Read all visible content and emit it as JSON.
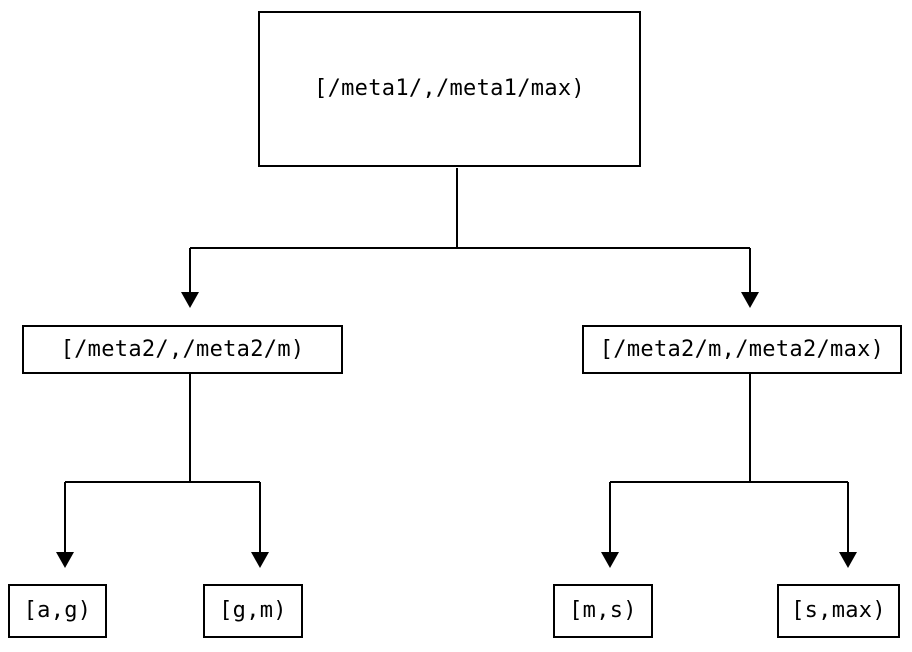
{
  "tree": {
    "background_color": "#ffffff",
    "line_color": "#000000",
    "text_color": "#000000",
    "nodes": {
      "root": {
        "label": "[/meta1/,/meta1/max)"
      },
      "meta2_low": {
        "label": "[/meta2/,/meta2/m)"
      },
      "meta2_high": {
        "label": "[/meta2/m,/meta2/max)"
      },
      "leaf_ag": {
        "label": "[a,g)"
      },
      "leaf_gm": {
        "label": "[g,m)"
      },
      "leaf_ms": {
        "label": "[m,s)"
      },
      "leaf_smax": {
        "label": "[s,max)"
      }
    },
    "edges": [
      {
        "from": "[/meta1/,/meta1/max)",
        "to": "[/meta2/,/meta2/m)"
      },
      {
        "from": "[/meta1/,/meta1/max)",
        "to": "[/meta2/m,/meta2/max)"
      },
      {
        "from": "[/meta2/,/meta2/m)",
        "to": "[a,g)"
      },
      {
        "from": "[/meta2/,/meta2/m)",
        "to": "[g,m)"
      },
      {
        "from": "[/meta2/m,/meta2/max)",
        "to": "[m,s)"
      },
      {
        "from": "[/meta2/m,/meta2/max)",
        "to": "[s,max)"
      }
    ]
  }
}
